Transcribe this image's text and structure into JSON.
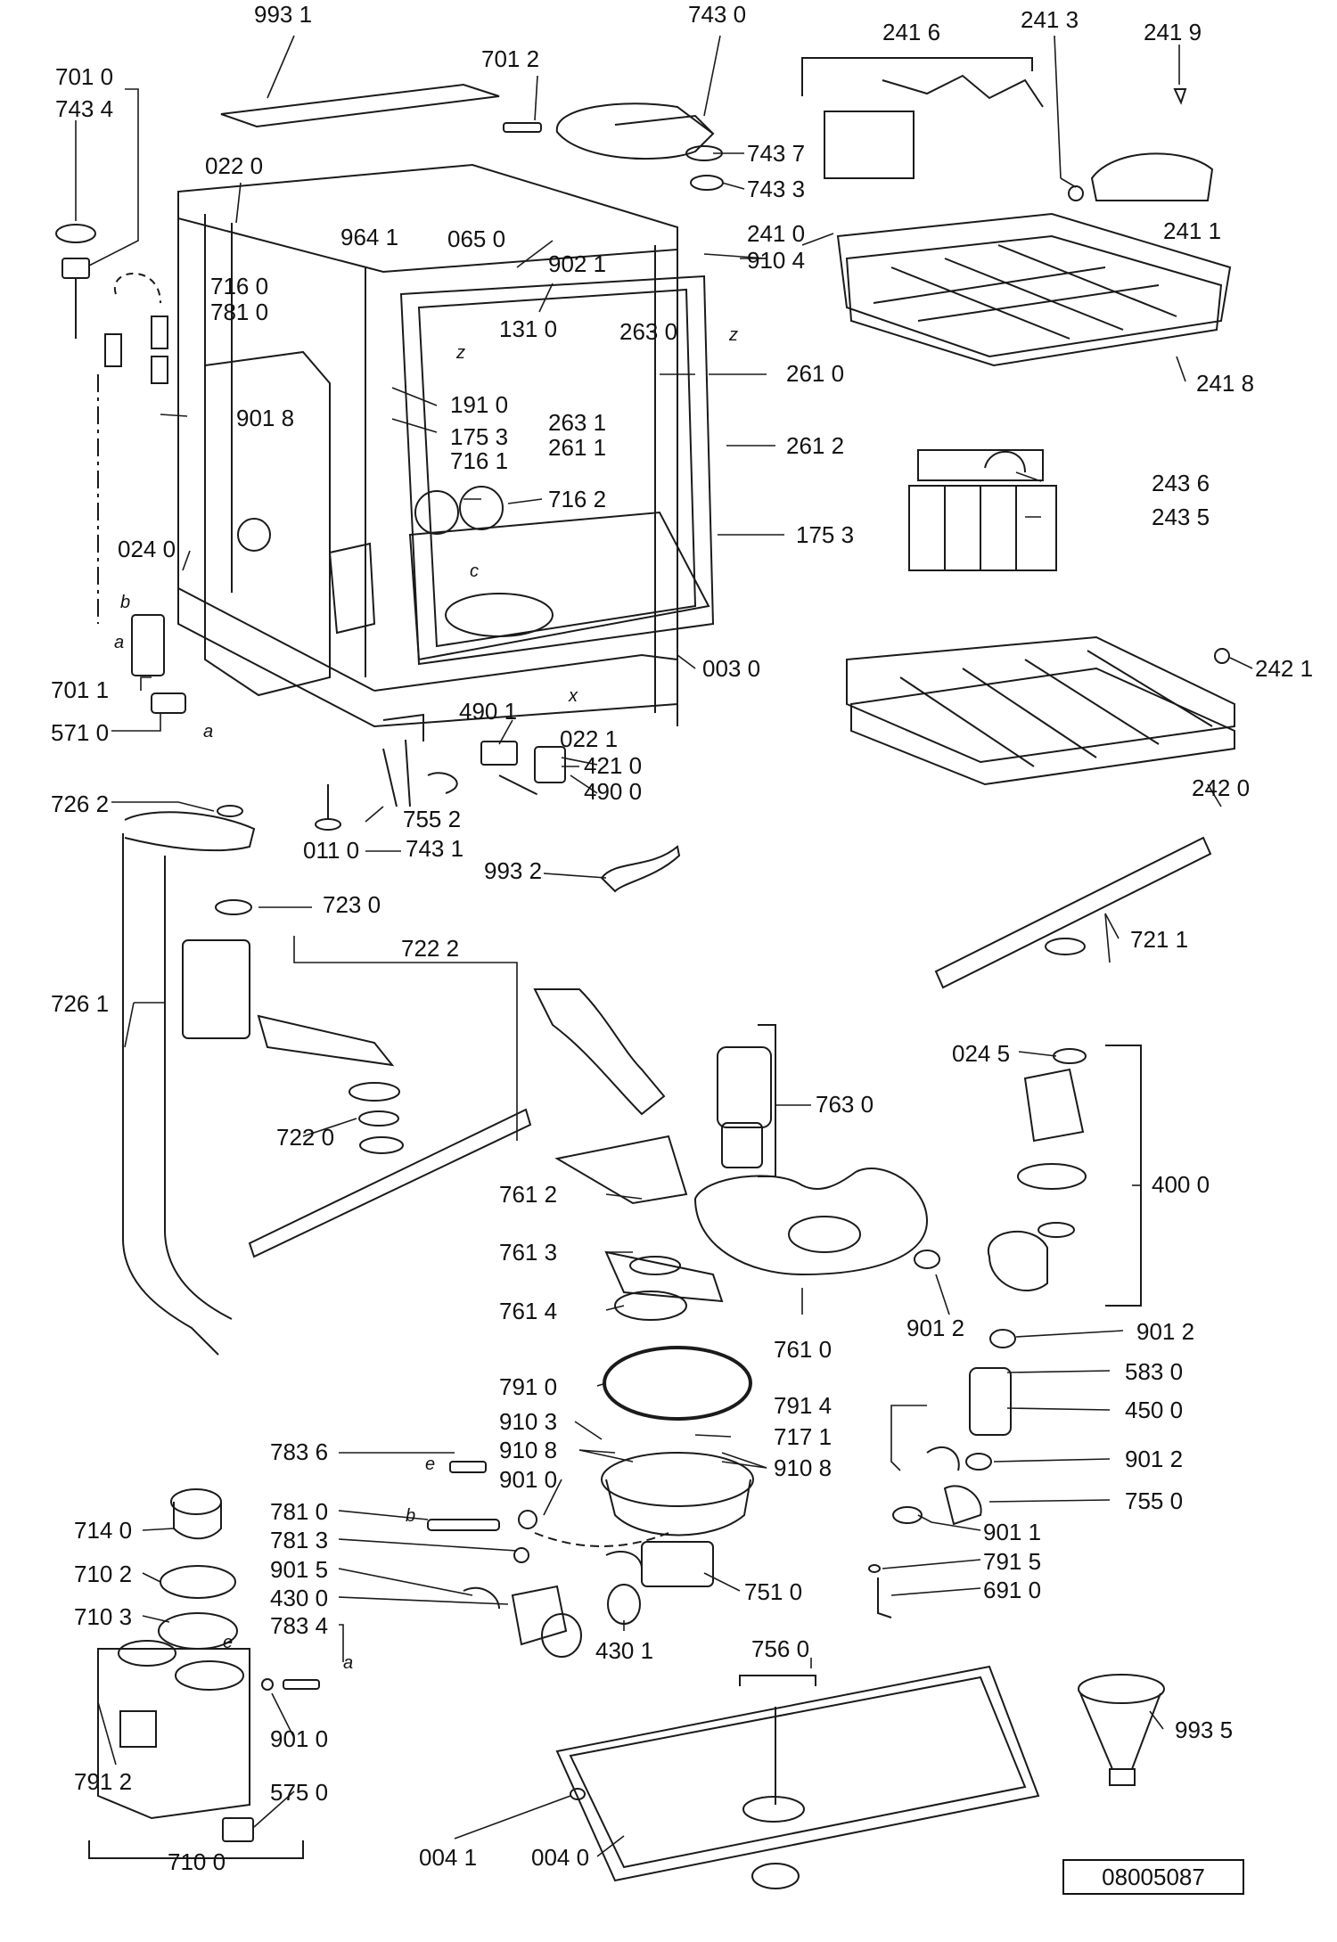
{
  "diagram": {
    "document_number": "08005087",
    "part_labels": [
      {
        "id": "p9931",
        "text": "993 1"
      },
      {
        "id": "p7430",
        "text": "743 0"
      },
      {
        "id": "p2416",
        "text": "241 6"
      },
      {
        "id": "p2413",
        "text": "241 3"
      },
      {
        "id": "p2419",
        "text": "241 9"
      },
      {
        "id": "p7010",
        "text": "701 0"
      },
      {
        "id": "p7012",
        "text": "701 2"
      },
      {
        "id": "p7434",
        "text": "743 4"
      },
      {
        "id": "p0220",
        "text": "022 0"
      },
      {
        "id": "p7437",
        "text": "743 7"
      },
      {
        "id": "p7433",
        "text": "743 3"
      },
      {
        "id": "p9641",
        "text": "964 1"
      },
      {
        "id": "p0650",
        "text": "065 0"
      },
      {
        "id": "p2410",
        "text": "241 0"
      },
      {
        "id": "p2411",
        "text": "241 1"
      },
      {
        "id": "p9021",
        "text": "902 1"
      },
      {
        "id": "p9104",
        "text": "910 4"
      },
      {
        "id": "p7160",
        "text": "716 0"
      },
      {
        "id": "p7810a",
        "text": "781 0"
      },
      {
        "id": "p1310",
        "text": "131 0"
      },
      {
        "id": "p2630",
        "text": "263 0"
      },
      {
        "id": "p2610",
        "text": "261 0"
      },
      {
        "id": "p2418",
        "text": "241 8"
      },
      {
        "id": "p1910",
        "text": "191 0"
      },
      {
        "id": "p9018",
        "text": "901 8"
      },
      {
        "id": "p2631",
        "text": "263 1"
      },
      {
        "id": "p1753a",
        "text": "175 3"
      },
      {
        "id": "p2611",
        "text": "261 1"
      },
      {
        "id": "p2612",
        "text": "261 2"
      },
      {
        "id": "p7161",
        "text": "716 1"
      },
      {
        "id": "p2436",
        "text": "243 6"
      },
      {
        "id": "p7162",
        "text": "716 2"
      },
      {
        "id": "p2435",
        "text": "243 5"
      },
      {
        "id": "p1753b",
        "text": "175 3"
      },
      {
        "id": "p0240",
        "text": "024 0"
      },
      {
        "id": "p0030",
        "text": "003 0"
      },
      {
        "id": "p2421",
        "text": "242 1"
      },
      {
        "id": "p7011",
        "text": "701 1"
      },
      {
        "id": "p4901",
        "text": "490 1"
      },
      {
        "id": "p0221",
        "text": "022 1"
      },
      {
        "id": "p5710",
        "text": "571 0"
      },
      {
        "id": "p4210",
        "text": "421 0"
      },
      {
        "id": "p4900",
        "text": "490 0"
      },
      {
        "id": "p2420",
        "text": "242 0"
      },
      {
        "id": "p7262",
        "text": "726 2"
      },
      {
        "id": "p7552",
        "text": "755 2"
      },
      {
        "id": "p0110",
        "text": "011 0"
      },
      {
        "id": "p7431",
        "text": "743 1"
      },
      {
        "id": "p9932",
        "text": "993 2"
      },
      {
        "id": "p7230",
        "text": "723 0"
      },
      {
        "id": "p7211",
        "text": "721 1"
      },
      {
        "id": "p7222",
        "text": "722 2"
      },
      {
        "id": "p7261",
        "text": "726 1"
      },
      {
        "id": "p0245",
        "text": "024 5"
      },
      {
        "id": "p7630",
        "text": "763 0"
      },
      {
        "id": "p7220",
        "text": "722 0"
      },
      {
        "id": "p4000",
        "text": "400 0"
      },
      {
        "id": "p7612",
        "text": "761 2"
      },
      {
        "id": "p7613",
        "text": "761 3"
      },
      {
        "id": "p7614",
        "text": "761 4"
      },
      {
        "id": "p9012a",
        "text": "901 2"
      },
      {
        "id": "p7610",
        "text": "761 0"
      },
      {
        "id": "p9012b",
        "text": "901 2"
      },
      {
        "id": "p7910",
        "text": "791 0"
      },
      {
        "id": "p5830",
        "text": "583 0"
      },
      {
        "id": "p7914",
        "text": "791 4"
      },
      {
        "id": "p4500",
        "text": "450 0"
      },
      {
        "id": "p9103",
        "text": "910 3"
      },
      {
        "id": "p7171",
        "text": "717 1"
      },
      {
        "id": "p7836",
        "text": "783 6"
      },
      {
        "id": "p9108a",
        "text": "910 8"
      },
      {
        "id": "p9108b",
        "text": "910 8"
      },
      {
        "id": "p9012c",
        "text": "901 2"
      },
      {
        "id": "p9010a",
        "text": "901 0"
      },
      {
        "id": "p7550",
        "text": "755 0"
      },
      {
        "id": "p7810b",
        "text": "781 0"
      },
      {
        "id": "p7140",
        "text": "714 0"
      },
      {
        "id": "p9011",
        "text": "901 1"
      },
      {
        "id": "p7813",
        "text": "781 3"
      },
      {
        "id": "p7102",
        "text": "710 2"
      },
      {
        "id": "p9015",
        "text": "901 5"
      },
      {
        "id": "p7915",
        "text": "791 5"
      },
      {
        "id": "p4300",
        "text": "430 0"
      },
      {
        "id": "p7510",
        "text": "751 0"
      },
      {
        "id": "p6910",
        "text": "691 0"
      },
      {
        "id": "p7103",
        "text": "710 3"
      },
      {
        "id": "p7834",
        "text": "783 4"
      },
      {
        "id": "p4301",
        "text": "430 1"
      },
      {
        "id": "p7560",
        "text": "756 0"
      },
      {
        "id": "p7912",
        "text": "791 2"
      },
      {
        "id": "p9010b",
        "text": "901 0"
      },
      {
        "id": "p9935",
        "text": "993 5"
      },
      {
        "id": "p5750",
        "text": "575 0"
      },
      {
        "id": "p7100",
        "text": "710 0"
      },
      {
        "id": "p0041",
        "text": "004 1"
      },
      {
        "id": "p0040",
        "text": "004 0"
      }
    ],
    "reference_letters": [
      {
        "id": "rb1",
        "text": "b"
      },
      {
        "id": "ra1",
        "text": "a"
      },
      {
        "id": "ra2",
        "text": "a"
      },
      {
        "id": "rz1",
        "text": "z"
      },
      {
        "id": "rz2",
        "text": "z"
      },
      {
        "id": "rc1",
        "text": "c"
      },
      {
        "id": "rx1",
        "text": "x"
      },
      {
        "id": "re1",
        "text": "e"
      },
      {
        "id": "rb2",
        "text": "b"
      },
      {
        "id": "re2",
        "text": "e"
      },
      {
        "id": "ra3",
        "text": "a"
      }
    ]
  }
}
